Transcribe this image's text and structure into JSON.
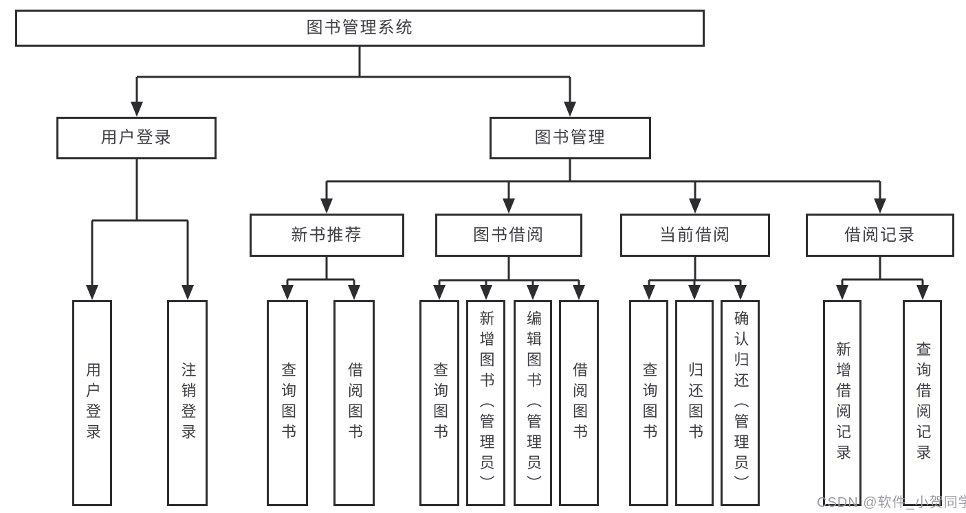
{
  "diagram": {
    "title": "图书管理系统",
    "root": {
      "label": "图书管理系统"
    },
    "level2": [
      {
        "label": "用户登录",
        "parent": "图书管理系统"
      },
      {
        "label": "图书管理",
        "parent": "图书管理系统"
      }
    ],
    "level3": [
      {
        "label": "新书推荐",
        "parent": "图书管理"
      },
      {
        "label": "图书借阅",
        "parent": "图书管理"
      },
      {
        "label": "当前借阅",
        "parent": "图书管理"
      },
      {
        "label": "借阅记录",
        "parent": "图书管理"
      }
    ],
    "leaves": [
      {
        "label": "用户登录",
        "parent": "用户登录"
      },
      {
        "label": "注销登录",
        "parent": "用户登录"
      },
      {
        "label": "查询图书",
        "parent": "新书推荐"
      },
      {
        "label": "借阅图书",
        "parent": "新书推荐"
      },
      {
        "label": "查询图书",
        "parent": "图书借阅"
      },
      {
        "label": "新增图书（管理员）",
        "parent": "图书借阅"
      },
      {
        "label": "编辑图书（管理员）",
        "parent": "图书借阅"
      },
      {
        "label": "借阅图书",
        "parent": "图书借阅"
      },
      {
        "label": "查询图书",
        "parent": "当前借阅"
      },
      {
        "label": "归还图书",
        "parent": "当前借阅"
      },
      {
        "label": "确认归还（管理员）",
        "parent": "当前借阅"
      },
      {
        "label": "新增借阅记录",
        "parent": "借阅记录"
      },
      {
        "label": "查询借阅记录",
        "parent": "借阅记录"
      }
    ]
  },
  "watermark": {
    "text": "CSDN @软件_小贺同学"
  },
  "colors": {
    "line": "#2d2d2f",
    "box_border": "#2d2d2f",
    "text": "#3d3d44",
    "watermark": "#9b9ca2",
    "background": "#ffffff"
  }
}
